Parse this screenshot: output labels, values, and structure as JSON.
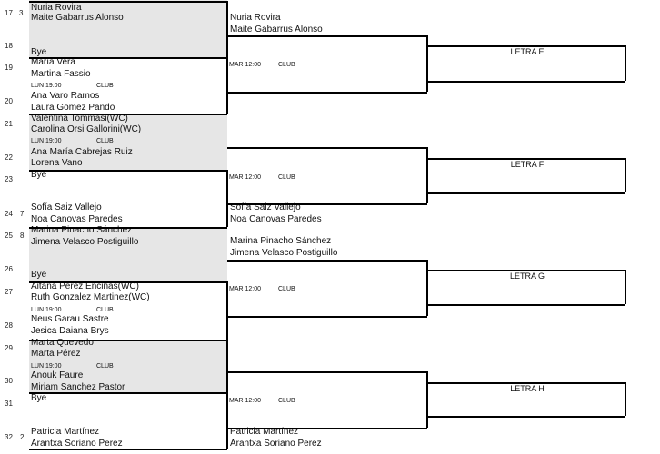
{
  "row_numbers": [
    "17",
    "18",
    "19",
    "20",
    "21",
    "22",
    "23",
    "24",
    "25",
    "26",
    "27",
    "28",
    "29",
    "30",
    "31",
    "32"
  ],
  "seeds": [
    "3",
    "7",
    "8",
    "2"
  ],
  "round1": [
    {
      "p1": "Nuria Rovira",
      "p2": "Maite Gabarrus Alonso"
    },
    {
      "p1": "Bye"
    },
    {
      "p1": "María Vera",
      "p2": "Martina Fassio"
    },
    {
      "p1": "Ana  Varo Ramos",
      "p2": "Laura Gomez Pando"
    },
    {
      "p1": "Valentina  Tommasi(WC)",
      "p2": "Carolina Orsi Gallorini(WC)"
    },
    {
      "p1": "Ana María Cabrejas  Ruiz",
      "p2": "Lorena Vano"
    },
    {
      "p1": "Bye"
    },
    {
      "p1": "Sofía  Saiz Vallejo",
      "p2": "Noa  Canovas  Paredes"
    },
    {
      "p1": "Marina Pinacho Sánchez",
      "p2": "Jimena Velasco Postiguillo"
    },
    {
      "p1": "Bye"
    },
    {
      "p1": "Aitana Perez Encinas(WC)",
      "p2": "Ruth Gonzalez Martinez(WC)"
    },
    {
      "p1": "Neus Garau Sastre",
      "p2": "Jesica Daiana Brys"
    },
    {
      "p1": "Marta Quevedo",
      "p2": "Marta Pérez"
    },
    {
      "p1": "Anouk Faure",
      "p2": "Miriam Sanchez  Pastor"
    },
    {
      "p1": "Bye"
    },
    {
      "p1": "Patricia Martínez",
      "p2": "Arantxa Soriano Perez"
    }
  ],
  "schedules": [
    {
      "day": "LUN 19:00",
      "club": "CLUB"
    },
    {
      "day": "LUN 19:00",
      "club": "CLUB"
    },
    {
      "day": "LUN 19:00",
      "club": "CLUB"
    },
    {
      "day": "LUN 19:00",
      "club": "CLUB"
    }
  ],
  "round2": [
    {
      "p1": "Nuria Rovira",
      "p2": "Maite Gabarrus Alonso"
    },
    {
      "p1": "Sofía  Saiz Vallejo",
      "p2": "Noa  Canovas  Paredes"
    },
    {
      "p1": "Marina Pinacho Sánchez",
      "p2": "Jimena Velasco Postiguillo"
    },
    {
      "p1": "Patricia Martínez",
      "p2": "Arantxa Soriano Perez"
    }
  ],
  "r2_schedules": [
    {
      "day": "MAR 12:00",
      "club": "CLUB"
    },
    {
      "day": "MAR 12:00",
      "club": "CLUB"
    },
    {
      "day": "MAR 12:00",
      "club": "CLUB"
    },
    {
      "day": "MAR 12:00",
      "club": "CLUB"
    }
  ],
  "letras": [
    "LETRA E",
    "LETRA F",
    "LETRA G",
    "LETRA H"
  ]
}
